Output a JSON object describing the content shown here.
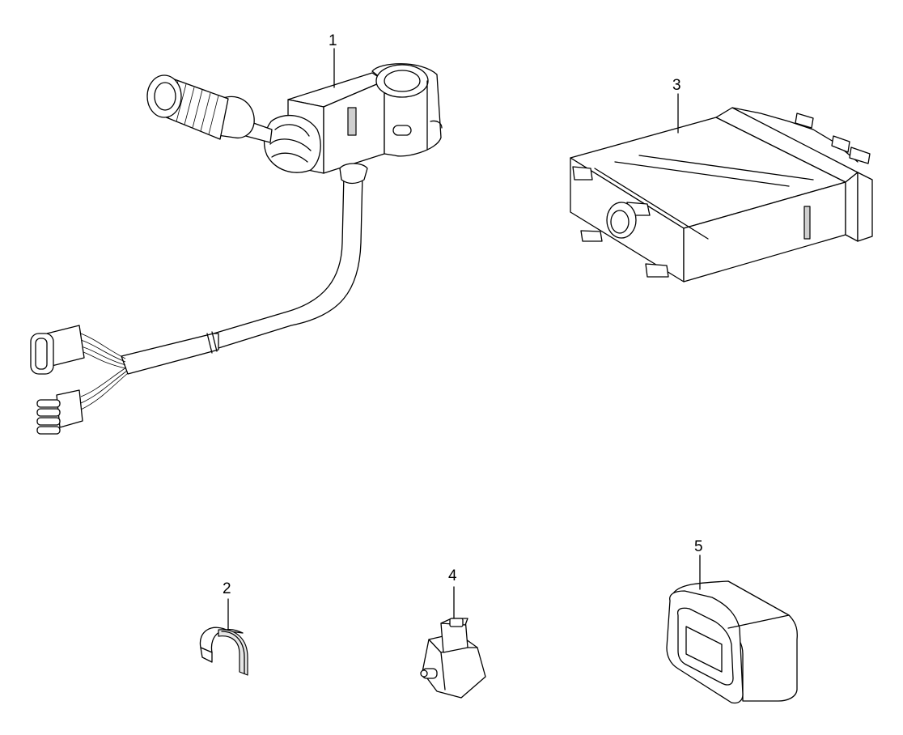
{
  "callouts": {
    "part1": "1",
    "part2": "2",
    "part3": "3",
    "part4": "4",
    "part5": "5"
  },
  "colors": {
    "line": "#000000",
    "background": "#ffffff",
    "shade": "#e6e6e6"
  }
}
